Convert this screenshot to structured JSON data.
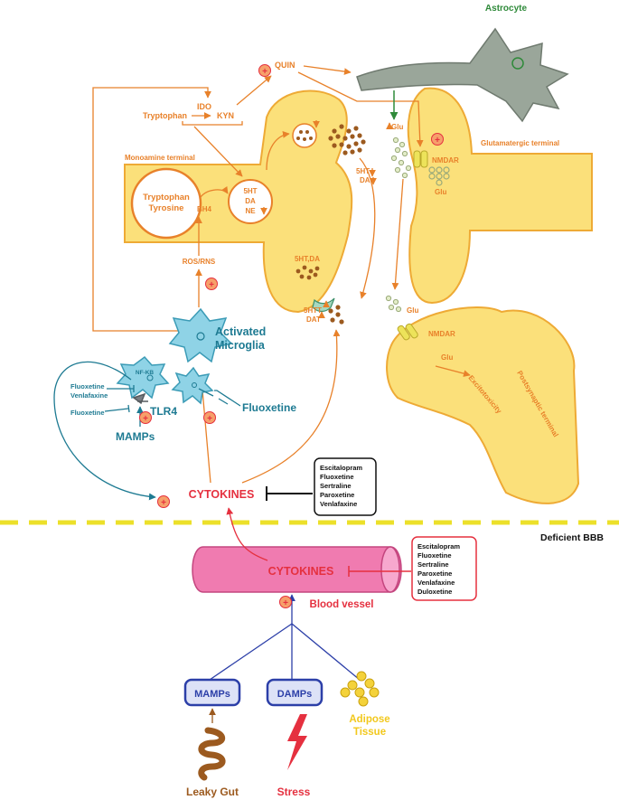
{
  "colors": {
    "orange": "#e8812a",
    "terminal_fill": "#fbe07a",
    "terminal_stroke": "#eeaa35",
    "teal": "#1d7a92",
    "microglia_fill": "#8fd3e6",
    "red": "#e5303f",
    "vessel_fill": "#f07bb0",
    "blue": "#2c3fa8",
    "brown": "#9c5a1f",
    "yellow": "#f2c81d",
    "astro_fill": "#9aa69a",
    "green": "#2f8a3a",
    "dash": "#ece02a"
  },
  "labels": {
    "astrocyte": "Astrocyte",
    "quin": "QUIN",
    "ido": "IDO",
    "kyn": "KYN",
    "tryptophan": "Tryptophan",
    "monoamine_terminal": "Monoamine terminal",
    "trp_line1": "Tryptophan",
    "trp_line2": "Tyrosine",
    "bh4": "BH4",
    "ht5": "5HT",
    "da": "DA",
    "ne": "NE",
    "ht5_release": "5HT",
    "da_release": "DA",
    "ros_rns": "ROS/RNS",
    "ht5_da": "5HT,DA",
    "ht5t": "5HTT",
    "dat": "DAT",
    "glu_top": "Glu",
    "nmdar_top": "NMDAR",
    "glu_vesicles": "Glu",
    "glutamatergic_terminal": "Glutamatergic terminal",
    "glu_mid": "Glu",
    "nmdar_post": "NMDAR",
    "glu_post": "Glu",
    "excitotoxicity": "Excitotoxicity",
    "postsynaptic_terminal": "Postsynaptic terminal",
    "activated_line1": "Activated",
    "activated_line2": "Microglia",
    "nfkb": "NF-KB",
    "fluoxetine_venlafaxine_1": "Fluoxetine",
    "fluoxetine_venlafaxine_2": "Venlafaxine",
    "fluoxetine_small": "Fluoxetine",
    "tlr4": "TLR4",
    "mamps_brain": "MAMPs",
    "fluoxetine_big": "Fluoxetine",
    "cytokines_brain": "CYTOKINES",
    "deficient_bbb": "Deficient BBB",
    "cytokines_blood": "CYTOKINES",
    "blood_vessel": "Blood vessel",
    "mamps_box": "MAMPs",
    "damps_box": "DAMPs",
    "adipose_line1": "Adipose",
    "adipose_line2": "Tissue",
    "leaky_gut": "Leaky Gut",
    "stress": "Stress",
    "plus": "+"
  },
  "drugs_brain": [
    "Escitalopram",
    "Fluoxetine",
    "Sertraline",
    "Paroxetine",
    "Venlafaxine"
  ],
  "drugs_blood": [
    "Escitalopram",
    "Fluoxetine",
    "Sertraline",
    "Paroxetine",
    "Venlafaxine",
    "Duloxetine"
  ]
}
